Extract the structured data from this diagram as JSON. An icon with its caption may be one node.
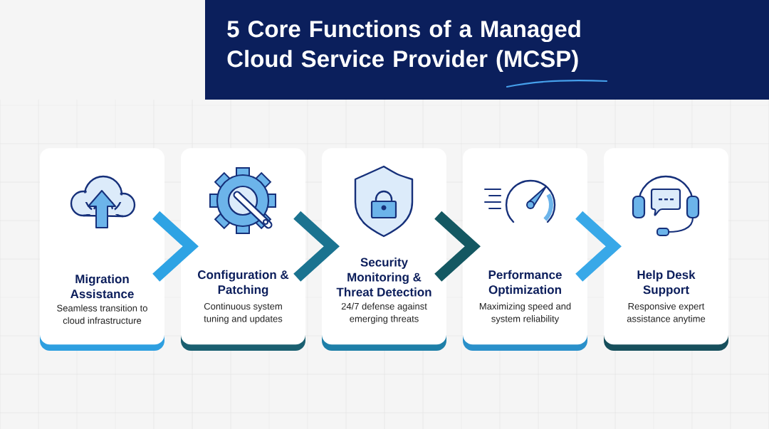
{
  "diagram": {
    "title": "5 Core Functions of a Managed Cloud Service Provider (MCSP)",
    "nodes": [
      {
        "text": [
          "Migration Assistance",
          "Seamless transition to cloud infrastructure"
        ]
      },
      {
        "text": [
          "Configuration & Patching",
          "Continuous system tuning and updates"
        ]
      },
      {
        "text": [
          "Security Monitoring & Threat Detection",
          "24/7 defense against emerging threats"
        ]
      },
      {
        "text": [
          "Performance Optimization",
          "Maximizing speed and system reliability"
        ]
      },
      {
        "text": [
          "Help Desk Support",
          "Responsive expert assistance anytime"
        ]
      }
    ],
    "edges": [
      {
        "from": 0,
        "to": 1,
        "arrow": "to",
        "color": "#2ea3e4"
      },
      {
        "from": 1,
        "to": 2,
        "arrow": "to",
        "color": "#1b7390"
      },
      {
        "from": 2,
        "to": 3,
        "arrow": "to",
        "color": "#145862"
      },
      {
        "from": 3,
        "to": 4,
        "arrow": "to",
        "color": "#38a8e8"
      }
    ]
  }
}
